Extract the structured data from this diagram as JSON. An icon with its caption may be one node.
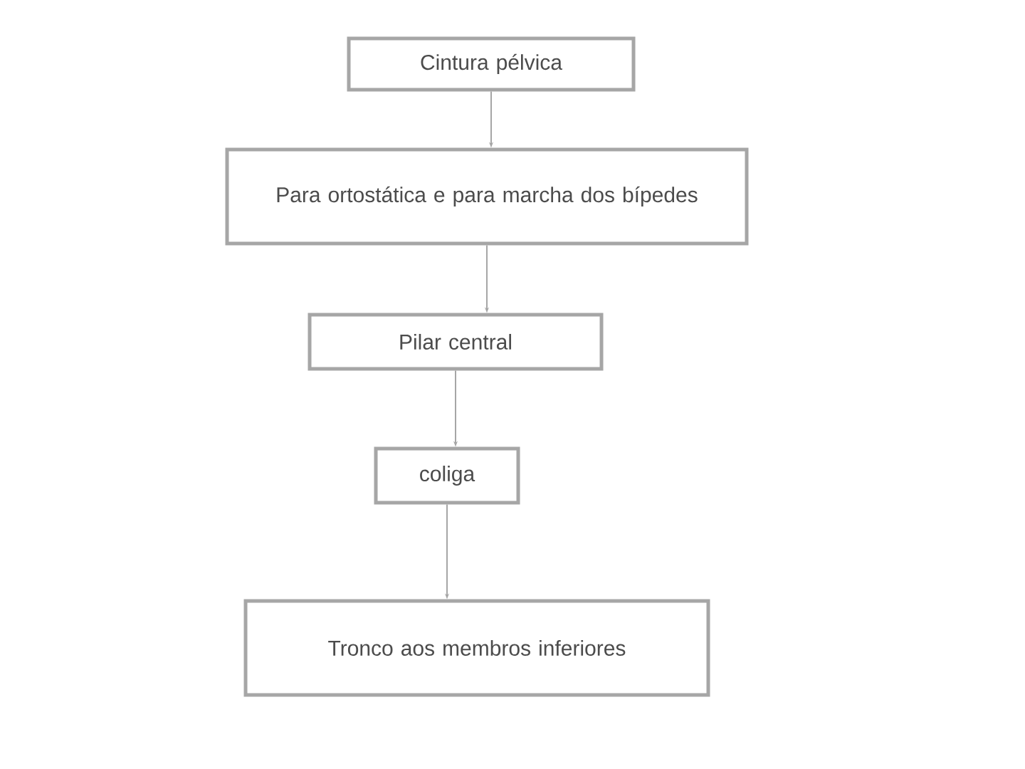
{
  "diagram": {
    "nodes": [
      {
        "text": [
          "Cintura pélvica"
        ]
      },
      {
        "text": [
          "Para ortostática e para marcha dos bípedes"
        ]
      },
      {
        "text": [
          "Pilar central"
        ]
      },
      {
        "text": [
          "coliga"
        ]
      },
      {
        "text": [
          "Tronco aos membros inferiores"
        ]
      }
    ],
    "edges": [
      {
        "from": 0,
        "to": 1,
        "arrow": "to"
      },
      {
        "from": 1,
        "to": 2,
        "arrow": "to"
      },
      {
        "from": 2,
        "to": 3,
        "arrow": "to"
      },
      {
        "from": 3,
        "to": 4,
        "arrow": "to"
      }
    ]
  }
}
